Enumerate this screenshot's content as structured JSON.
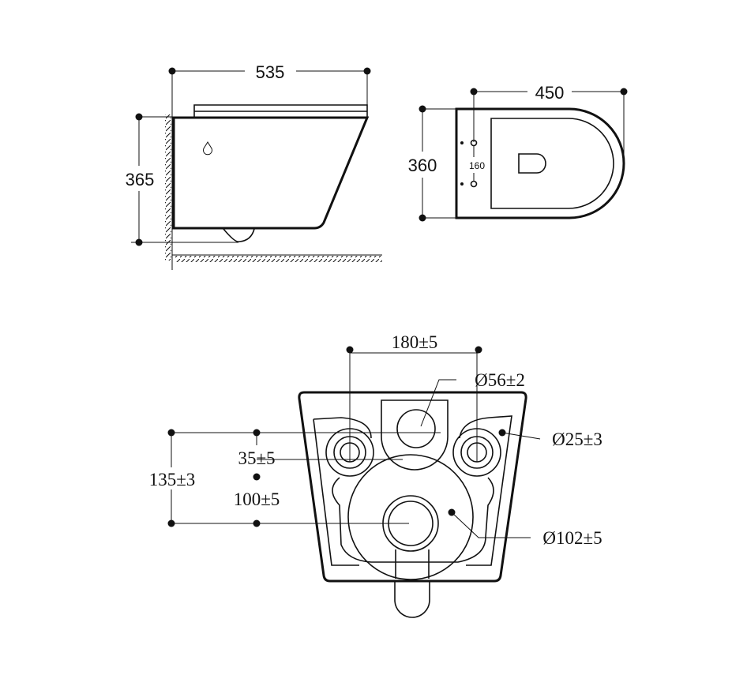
{
  "side_view": {
    "width_label": "535",
    "height_label": "365"
  },
  "top_view": {
    "length_label": "450",
    "width_label": "360",
    "fixing_spacing_label": "160"
  },
  "rear_view": {
    "inlet_spacing_label": "180±5",
    "flush_inlet_label": "Ø56±2",
    "fixing_hole_label": "Ø25±3",
    "outlet_label": "Ø102±5",
    "outlet_height_label": "135±3",
    "offset_label_1": "35±5",
    "offset_label_2": "100±5"
  },
  "colors": {
    "line": "#111111",
    "background": "#ffffff"
  }
}
